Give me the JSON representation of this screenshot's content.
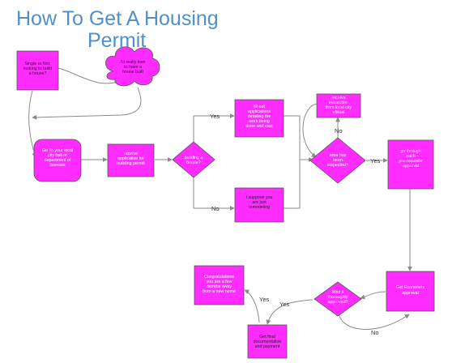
{
  "title": {
    "line1": "How To Get A Housing",
    "line2": "Permit"
  },
  "colors": {
    "node_fill": "#ff2bff",
    "title": "#4f8fcc",
    "edge": "#8a8a8a"
  },
  "nodes": [
    {
      "id": "single",
      "shape": "rect",
      "dark": true,
      "lines": [
        "Single or Not,",
        "looking to build",
        "a house?"
      ]
    },
    {
      "id": "love",
      "shape": "cloud",
      "dark": true,
      "lines": [
        "I'd really love",
        "to have a",
        "house built"
      ]
    },
    {
      "id": "goto",
      "shape": "rounded",
      "lines": [
        "Go To your local",
        "city hall or",
        "department of",
        "licenses"
      ]
    },
    {
      "id": "receive_app",
      "shape": "rect",
      "lines": [
        "receive",
        "application for",
        "building permit"
      ]
    },
    {
      "id": "building",
      "shape": "diamond",
      "lines": [
        "building a",
        "house?"
      ]
    },
    {
      "id": "fill_out",
      "shape": "rect",
      "lines": [
        "fill out",
        "applications",
        "detailing the",
        "work being",
        "done and cost"
      ]
    },
    {
      "id": "remodel",
      "shape": "rect",
      "dark": true,
      "lines": [
        "I suppose you",
        "are just",
        "remodeling"
      ]
    },
    {
      "id": "receive_insp",
      "shape": "rect",
      "lines": [
        "receive",
        "inspection",
        "from local city",
        "official"
      ]
    },
    {
      "id": "inspected",
      "shape": "diamond",
      "lines": [
        "area has",
        "been",
        "inspected?"
      ]
    },
    {
      "id": "prereq",
      "shape": "rect",
      "lines": [
        "go through",
        "each",
        "pre-requisite",
        "approval"
      ]
    },
    {
      "id": "examiners",
      "shape": "rect",
      "lines": [
        "Get Examiners",
        "approval"
      ]
    },
    {
      "id": "approved",
      "shape": "diamond",
      "lines": [
        "Was it",
        "thoroughly",
        "approved?"
      ]
    },
    {
      "id": "congrats",
      "shape": "rect",
      "lines": [
        "Congratulations",
        "you are a few",
        "months away",
        "from a new home"
      ]
    },
    {
      "id": "final",
      "shape": "rect",
      "dark": true,
      "lines": [
        "Get final",
        "documentation",
        "and payment"
      ]
    }
  ],
  "edge_labels": [
    {
      "id": "yes_fill",
      "text": "Yes"
    },
    {
      "id": "no_remodel",
      "text": "No"
    },
    {
      "id": "no_inspect",
      "text": "No"
    },
    {
      "id": "yes_prereq",
      "text": "Yes"
    },
    {
      "id": "yes_final",
      "text": "Yes"
    },
    {
      "id": "yes_congrats",
      "text": "Yes"
    },
    {
      "id": "no_approved",
      "text": "No"
    }
  ]
}
